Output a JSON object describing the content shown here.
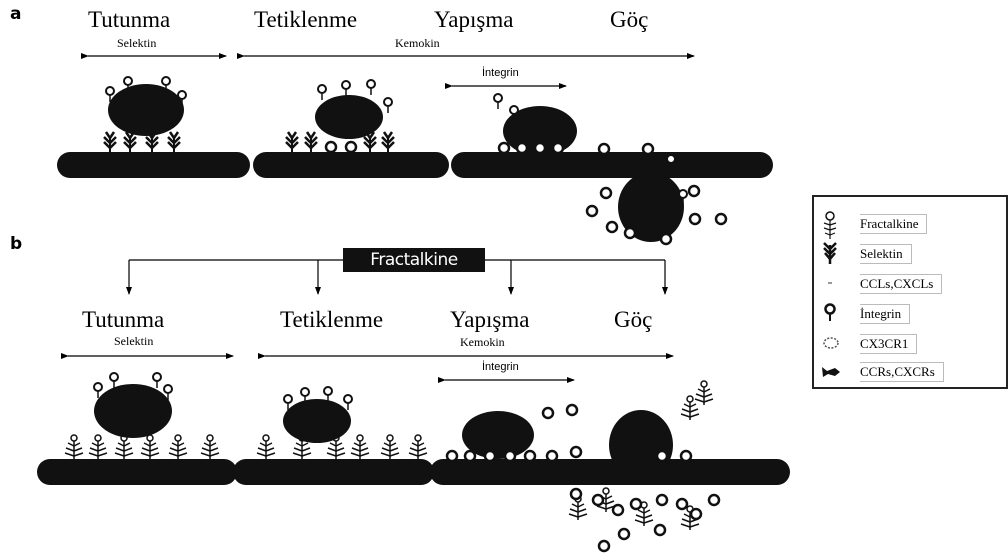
{
  "panel_a": {
    "label": "a",
    "stages": [
      "Tutunma",
      "Tetiklenme",
      "Yapışma",
      "Göç"
    ],
    "selektin": "Selektin",
    "kemokin": "Kemokin",
    "integrin": "İntegrin"
  },
  "panel_b": {
    "label": "b",
    "fractalkine_box": "Fractalkine",
    "stages": [
      "Tutunma",
      "Tetiklenme",
      "Yapışma",
      "Göç"
    ],
    "selektin": "Selektin",
    "kemokin": "Kemokin",
    "integrin": "İntegrin"
  },
  "legend": {
    "items": [
      {
        "icon": "fractalkine-icon",
        "label": "Fractalkine"
      },
      {
        "icon": "selectin-icon",
        "label": "Selektin"
      },
      {
        "icon": "ccl-cxcl-icon",
        "label": "CCLs,CXCLs"
      },
      {
        "icon": "integrin-icon",
        "label": "İntegrin"
      },
      {
        "icon": "cx3cr1-icon",
        "label": "CX3CR1"
      },
      {
        "icon": "ccr-cxcr-icon",
        "label": "CCRs,CXCRs"
      }
    ]
  }
}
